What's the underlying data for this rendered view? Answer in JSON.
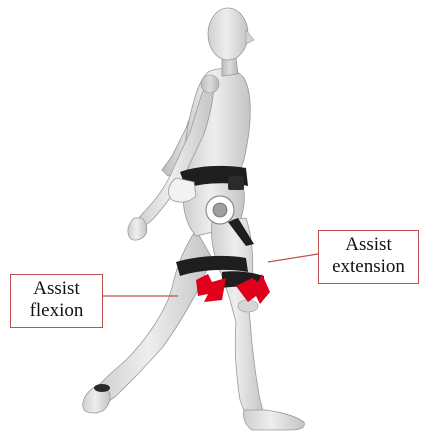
{
  "callouts": {
    "flexion": {
      "line1": "Assist",
      "line2": "flexion"
    },
    "extension": {
      "line1": "Assist",
      "line2": "extension"
    }
  },
  "colors": {
    "callout_border": "#c0504d",
    "arrow": "#e0001b",
    "mannequin": "#e6e6e6",
    "device": "#1e1e1e"
  }
}
